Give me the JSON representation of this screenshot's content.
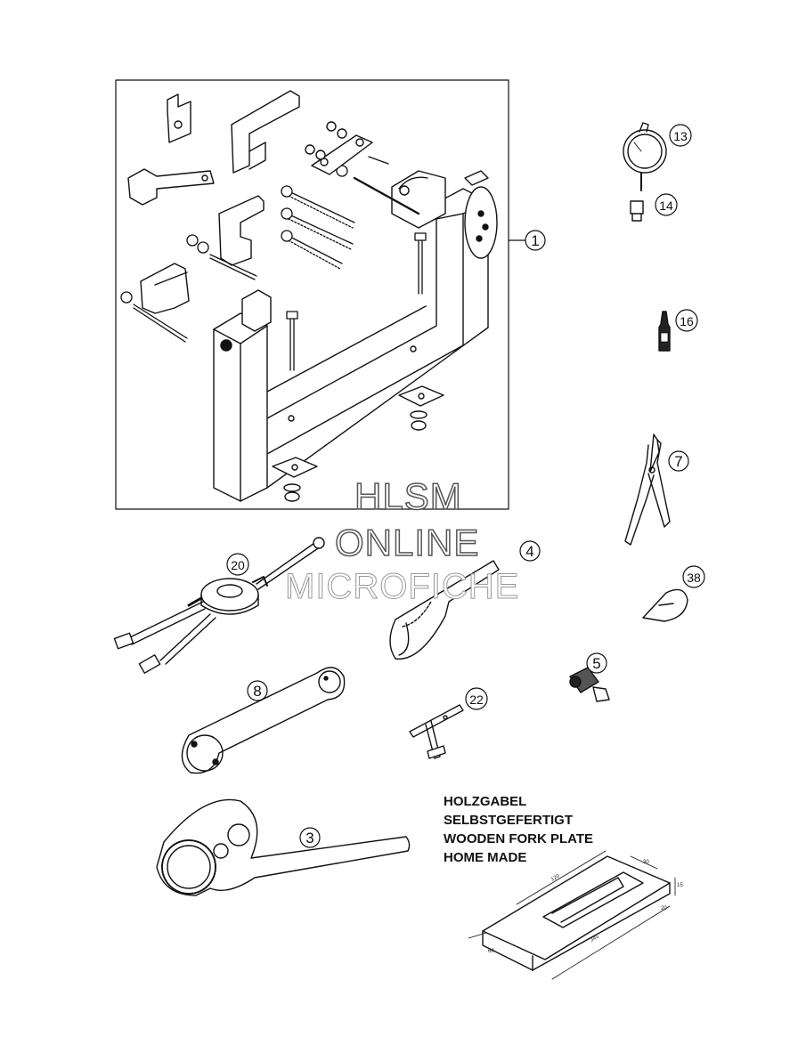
{
  "watermark": {
    "line1": "HLSM",
    "line2": "ONLINE",
    "line3": "MICROFICHE"
  },
  "callouts": [
    "1",
    "13",
    "14",
    "16",
    "7",
    "38",
    "4",
    "20",
    "5",
    "8",
    "22",
    "3"
  ],
  "note": {
    "line1": "HOLZGABEL",
    "line2": "SELBSTGEFERTIGT",
    "line3": "WOODEN FORK PLATE",
    "line4": "HOME MADE"
  },
  "dimensions": [
    "120",
    "30",
    "15",
    "20",
    "345",
    "60"
  ]
}
